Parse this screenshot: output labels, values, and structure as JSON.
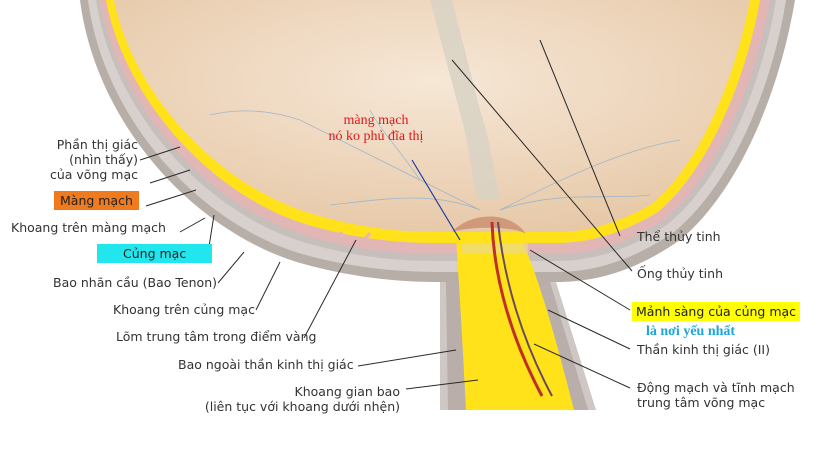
{
  "labels": {
    "retina_visual_part": [
      "Phần thị giác",
      "(nhìn thấy)",
      "của võng mạc"
    ],
    "choroid": "Màng mạch",
    "suprachoroid_space": "Khoang trên màng mạch",
    "sclera": "Củng mạc",
    "tenon_capsule": "Bao nhãn cầu (Bao Tenon)",
    "episcleral_space": "Khoang trên củng mạc",
    "fovea": "Lõm trung tâm trong điểm vàng",
    "optic_outer_sheath": "Bao ngoài thần kinh thị giác",
    "intervaginal_space": [
      "Khoang gian bao",
      "(liên tục với khoang dưới nhện)"
    ],
    "lens": "Thể thủy tinh",
    "hyaloid_canal": "Ống thủy tinh",
    "lamina_cribrosa": "Mảnh sàng của củng mạc",
    "optic_nerve": "Thần kinh thị giác (II)",
    "central_vessels": [
      "Động mạch và tĩnh mạch",
      "trung tâm võng mạc"
    ]
  },
  "annotations": {
    "choroid_note": [
      "màng mạch",
      "nó ko phủ đĩa thị"
    ],
    "weakest_note": "là nơi yếu nhất"
  },
  "colors": {
    "choroid_highlight": "#f07a1e",
    "sclera_highlight": "#22e6ee",
    "lamina_highlight": "#ffff00",
    "note_red": "#e01818",
    "note_blue": "#1aa6d8",
    "retina_yellow": "#ffe21a",
    "vitreous": "#eed8c0"
  }
}
